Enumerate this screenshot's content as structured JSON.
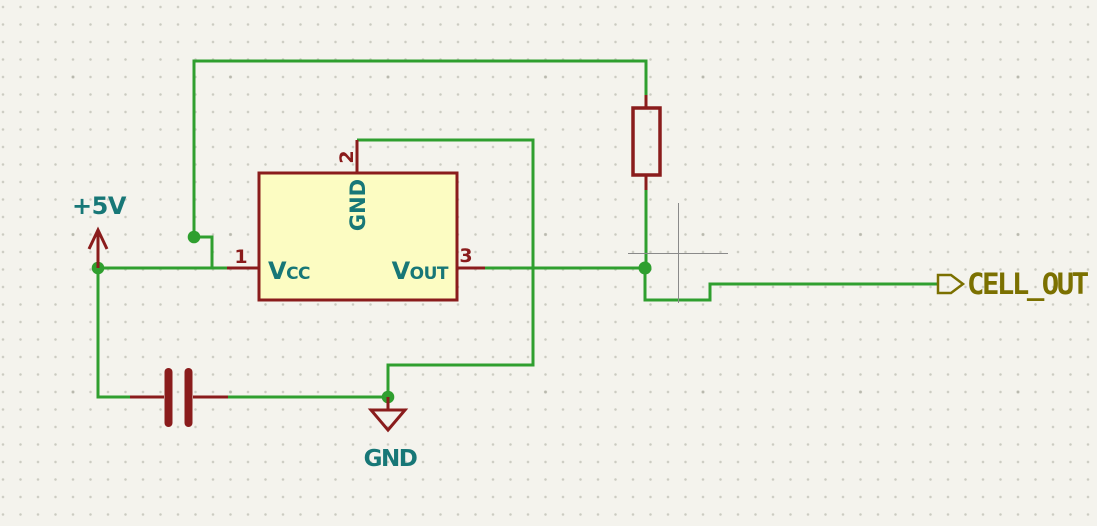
{
  "labels": {
    "power_positive": "+5V",
    "power_ground": "GND",
    "net_global": "CELL_OUT"
  },
  "ic": {
    "pin_vcc_name": "Vcc",
    "pin_vcc_number": "1",
    "pin_gnd_name": "GND",
    "pin_gnd_number": "2",
    "pin_vout_name": "Vout",
    "pin_vout_number": "3"
  },
  "colors": {
    "wire": "#2f9f2f",
    "symbol_outline": "#8a1c1c",
    "ic_fill": "#fcfcc2",
    "pin_name_text": "#177777",
    "pin_number_text": "#8a1c1c",
    "global_label_text": "#7b7000",
    "background": "#f4f3ed",
    "grid_dot": "#cbcbc1",
    "crosshair": "#8a8a8a"
  }
}
